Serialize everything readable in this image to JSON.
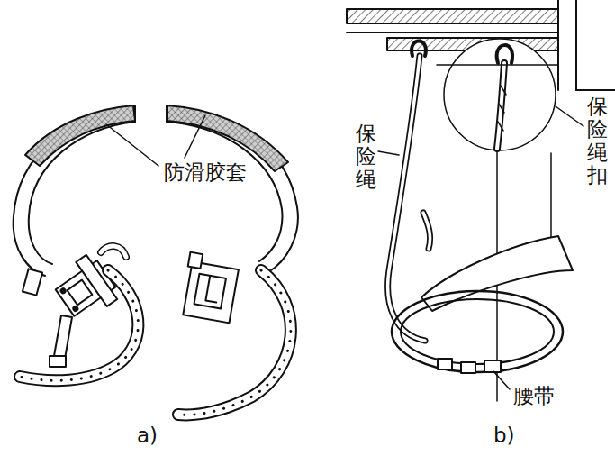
{
  "diagram": {
    "labels": [
      "防滑胶套",
      "保险绳",
      "保险绳扣",
      "腰带",
      "a)",
      "b)"
    ]
  }
}
